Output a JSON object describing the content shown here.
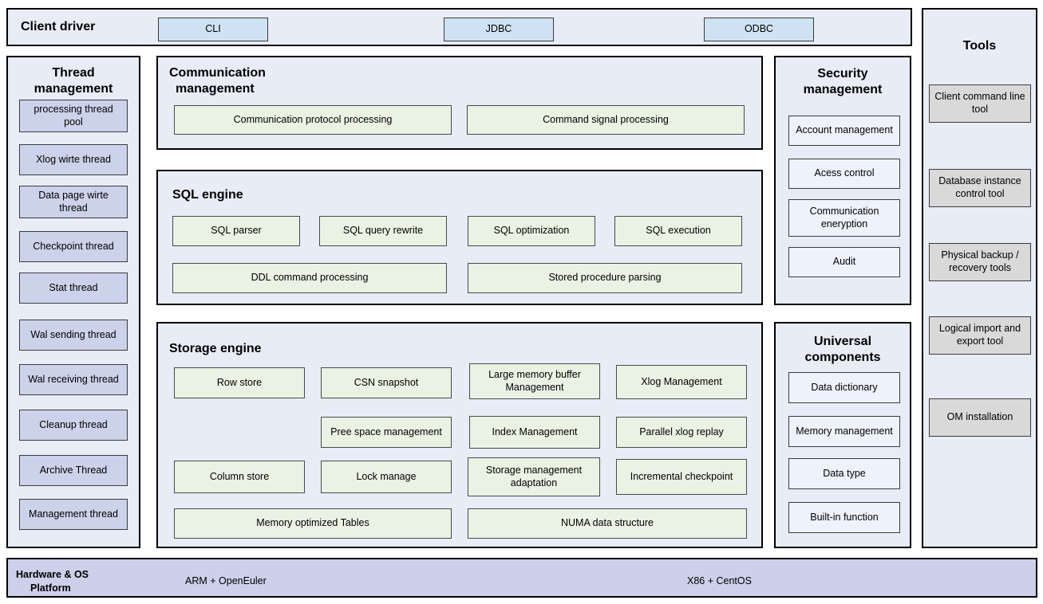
{
  "client_driver": {
    "label": "Client driver",
    "drivers": [
      {
        "name": "CLI"
      },
      {
        "name": "JDBC"
      },
      {
        "name": "ODBC"
      }
    ]
  },
  "thread_management": {
    "title": "Thread\nmanagement",
    "title_line1": "Thread",
    "title_line2": "management",
    "items": [
      {
        "label": "processing thread pool"
      },
      {
        "label": "Xlog wirte thread"
      },
      {
        "label": "Data page wirte thread"
      },
      {
        "label": "Checkpoint thread"
      },
      {
        "label": "Stat thread"
      },
      {
        "label": "Wal sending thread"
      },
      {
        "label": "Wal receiving thread"
      },
      {
        "label": "Cleanup thread"
      },
      {
        "label": "Archive Thread"
      },
      {
        "label": "Management thread"
      }
    ]
  },
  "communication_management": {
    "title_line1": "Communication",
    "title_line2": "management",
    "items": [
      {
        "label": "Communication protocol processing"
      },
      {
        "label": "Command signal processing"
      }
    ]
  },
  "sql_engine": {
    "title": "SQL engine",
    "row1": [
      {
        "label": "SQL parser"
      },
      {
        "label": "SQL query rewrite"
      },
      {
        "label": "SQL optimization"
      },
      {
        "label": "SQL execution"
      }
    ],
    "row2": [
      {
        "label": "DDL command processing"
      },
      {
        "label": "Stored procedure parsing"
      }
    ]
  },
  "storage_engine": {
    "title": "Storage engine",
    "items": [
      {
        "label": "Row store"
      },
      {
        "label": "CSN snapshot"
      },
      {
        "label": "Large memory buffer Management"
      },
      {
        "label": "Xlog Management"
      },
      {
        "label": "Pree space management"
      },
      {
        "label": "Index Management"
      },
      {
        "label": "Parallel xlog replay"
      },
      {
        "label": "Column store"
      },
      {
        "label": "Lock manage"
      },
      {
        "label": "Storage management adaptation"
      },
      {
        "label": "Incremental checkpoint"
      },
      {
        "label": "Memory optimized Tables"
      },
      {
        "label": "NUMA data structure"
      }
    ]
  },
  "security_management": {
    "title_line1": "Security",
    "title_line2": "management",
    "items": [
      {
        "label": "Account management"
      },
      {
        "label": "Acess control"
      },
      {
        "label": "Communication eneryption"
      },
      {
        "label": "Audit"
      }
    ]
  },
  "universal_components": {
    "title_line1": "Universal",
    "title_line2": "components",
    "items": [
      {
        "label": "Data dictionary"
      },
      {
        "label": "Memory management"
      },
      {
        "label": "Data type"
      },
      {
        "label": "Built-in function"
      }
    ]
  },
  "tools": {
    "title": "Tools",
    "items": [
      {
        "label": "Client command line tool"
      },
      {
        "label": "Database instance control tool"
      },
      {
        "label": "Physical backup / recovery tools"
      },
      {
        "label": "Logical import and export tool"
      },
      {
        "label": "OM installation"
      }
    ]
  },
  "hardware_platform": {
    "title_line1": "Hardware & OS",
    "title_line2": "Platform",
    "items": [
      {
        "label": "ARM + OpenEuler"
      },
      {
        "label": "X86 + CentOS"
      }
    ]
  },
  "colors": {
    "panel_fill": "#e8ecf7",
    "panel_border": "#000000",
    "driver_box": "#cfe2f3",
    "green_box": "#eaf2e4",
    "thread_box": "#ccd2ea",
    "security_box": "#eef3fb",
    "tool_box": "#d9d9d9",
    "hardware_bar": "#ccd0ea"
  }
}
